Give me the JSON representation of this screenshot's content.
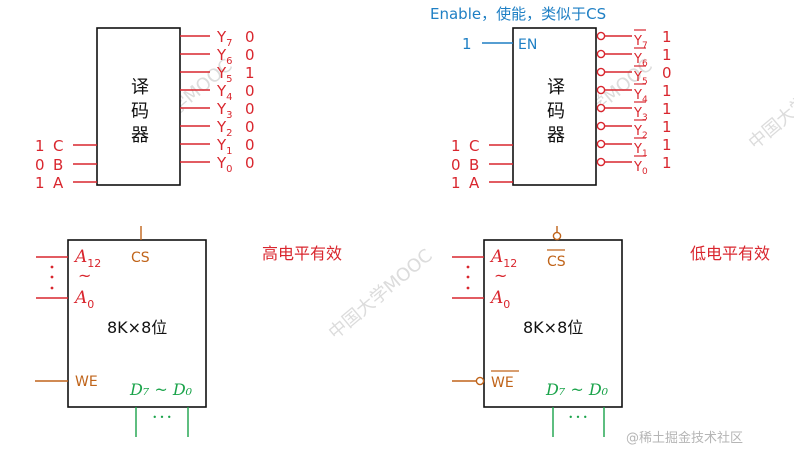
{
  "colors": {
    "red": "#d9262e",
    "blue": "#1e7fc4",
    "brown": "#c0641a",
    "green": "#1aa34a",
    "black": "#111111",
    "watermark": "#d8d8d8"
  },
  "decoder1": {
    "body": [
      "译",
      "码",
      "器"
    ],
    "inputs": [
      {
        "value": "1",
        "name": "C"
      },
      {
        "value": "0",
        "name": "B"
      },
      {
        "value": "1",
        "name": "A"
      }
    ],
    "outputs": [
      {
        "name": "Y",
        "sub": "7",
        "value": "0"
      },
      {
        "name": "Y",
        "sub": "6",
        "value": "0"
      },
      {
        "name": "Y",
        "sub": "5",
        "value": "1"
      },
      {
        "name": "Y",
        "sub": "4",
        "value": "0"
      },
      {
        "name": "Y",
        "sub": "3",
        "value": "0"
      },
      {
        "name": "Y",
        "sub": "2",
        "value": "0"
      },
      {
        "name": "Y",
        "sub": "1",
        "value": "0"
      },
      {
        "name": "Y",
        "sub": "0",
        "value": "0"
      }
    ]
  },
  "decoder2": {
    "caption": "Enable，使能，类似于CS",
    "enable_value": "1",
    "enable_label": "EN",
    "body": [
      "译",
      "码",
      "器"
    ],
    "inputs": [
      {
        "value": "1",
        "name": "C"
      },
      {
        "value": "0",
        "name": "B"
      },
      {
        "value": "1",
        "name": "A"
      }
    ],
    "outputs": [
      {
        "name": "Y",
        "sub": "7",
        "value": "1"
      },
      {
        "name": "Y",
        "sub": "6",
        "value": "1"
      },
      {
        "name": "Y",
        "sub": "5",
        "value": "0"
      },
      {
        "name": "Y",
        "sub": "4",
        "value": "1"
      },
      {
        "name": "Y",
        "sub": "3",
        "value": "1"
      },
      {
        "name": "Y",
        "sub": "2",
        "value": "1"
      },
      {
        "name": "Y",
        "sub": "1",
        "value": "1"
      },
      {
        "name": "Y",
        "sub": "0",
        "value": "1"
      }
    ]
  },
  "memory1": {
    "addr_high": "A",
    "addr_high_sub": "12",
    "tilde": "~",
    "addr_low": "A",
    "addr_low_sub": "0",
    "cs": "CS",
    "size": "8K×8位",
    "we": "WE",
    "data_range": "D₇ ~ D₀",
    "dots": "• • •",
    "caption": "高电平有效"
  },
  "memory2": {
    "addr_high": "A",
    "addr_high_sub": "12",
    "tilde": "~",
    "addr_low": "A",
    "addr_low_sub": "0",
    "cs": "CS",
    "size": "8K×8位",
    "we": "WE",
    "data_range": "D₇ ~ D₀",
    "dots": "• • •",
    "caption": "低电平有效"
  },
  "source_mark": "@稀土掘金技术社区",
  "watermark_text": "中国大学MOOC"
}
